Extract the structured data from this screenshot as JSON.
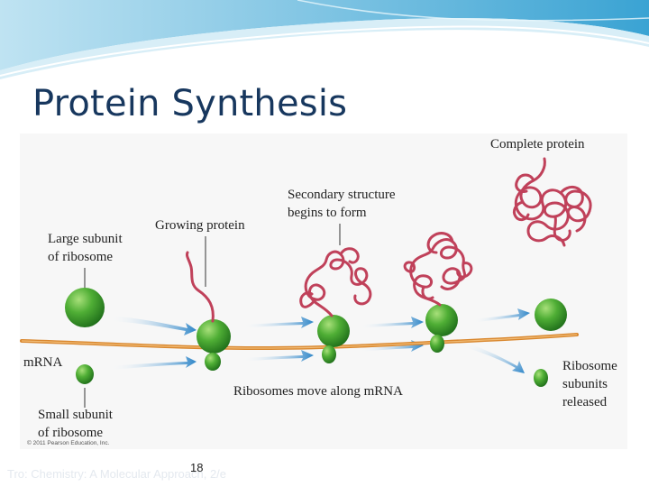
{
  "slide": {
    "title": "Protein Synthesis",
    "page_number": "18",
    "footer": "Tro: Chemistry: A Molecular Approach, 2/e"
  },
  "diagram": {
    "labels": {
      "complete_protein": "Complete protein",
      "secondary_structure_line1": "Secondary structure",
      "secondary_structure_line2": "begins to form",
      "growing_protein": "Growing protein",
      "large_subunit_line1": "Large subunit",
      "large_subunit_line2": "of ribosome",
      "mrna": "mRNA",
      "ribosomes_move": "Ribosomes move along mRNA",
      "small_subunit_line1": "Small subunit",
      "small_subunit_line2": "of ribosome",
      "released_line1": "Ribosome",
      "released_line2": "subunits",
      "released_line3": "released"
    },
    "copyright": "© 2011 Pearson Education, Inc."
  },
  "colors": {
    "title": "#17375e",
    "ribosome": "#3c9a2c",
    "protein": "#c0415a",
    "mrna": "#d9872e",
    "arrow": "#2f86c8"
  }
}
